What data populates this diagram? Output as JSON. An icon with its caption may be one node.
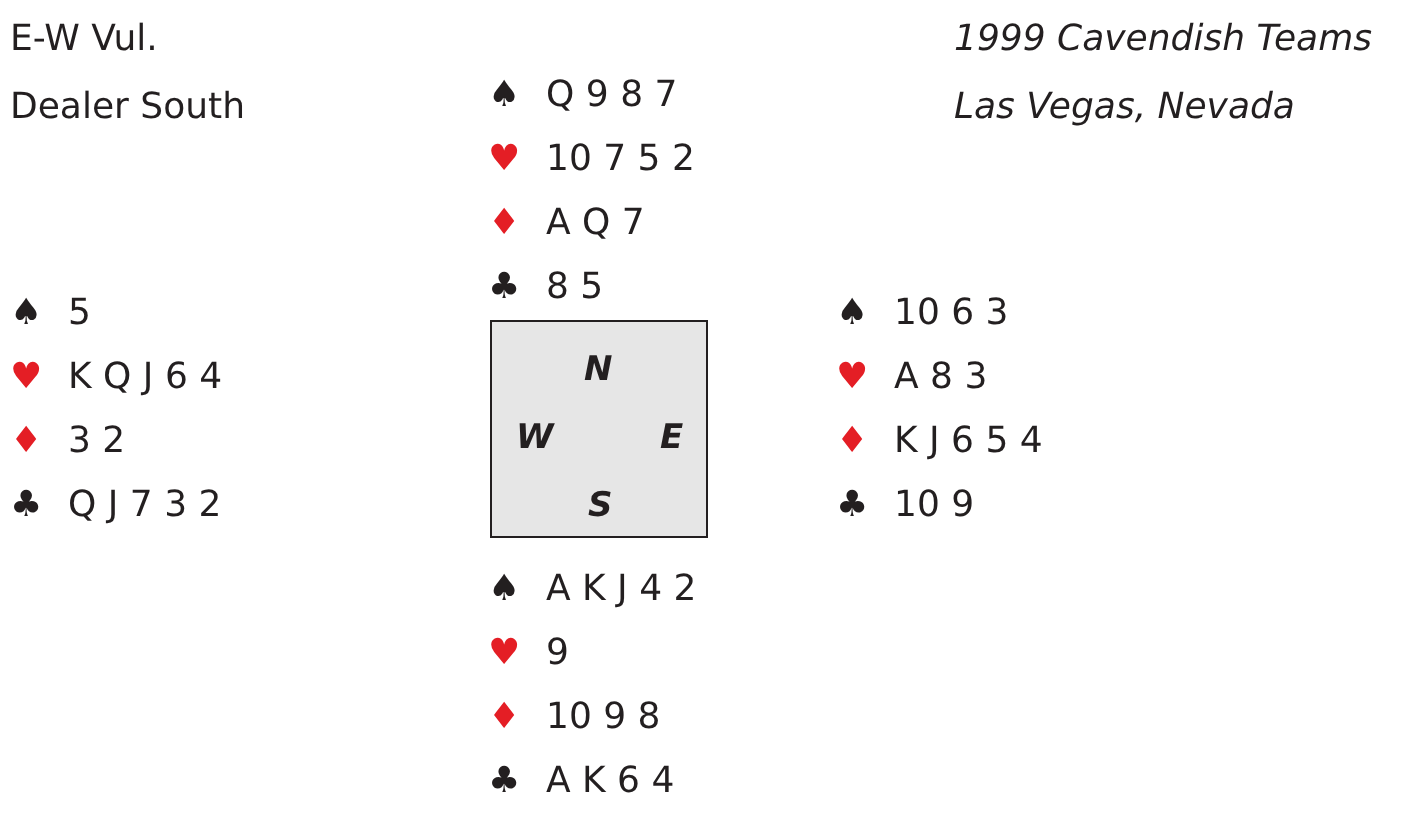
{
  "diagram": {
    "nodes": [
      {
        "text": [
          "N",
          "W",
          "E",
          "S"
        ]
      }
    ],
    "labels": [
      "E-W Vul.",
      "♠ Q 9 8 7",
      "1999 Cavendish Teams",
      "Dealer South",
      "♥ 10 7 5 2",
      "Las Vegas, Nevada",
      "♦ A Q 7",
      "♣ 8 5",
      "♠ 5",
      "♠ 10 6 3",
      "♥ K Q J 6 4",
      "♥ A 8 3",
      "♦ 3 2",
      "♦ K J 6 5 4",
      "♣ Q J 7 3 2",
      "♣ 10 9",
      "♠ A K J 4 2",
      "♥ 9",
      "♦ 10 9 8",
      "♣ A K 6 4"
    ]
  }
}
